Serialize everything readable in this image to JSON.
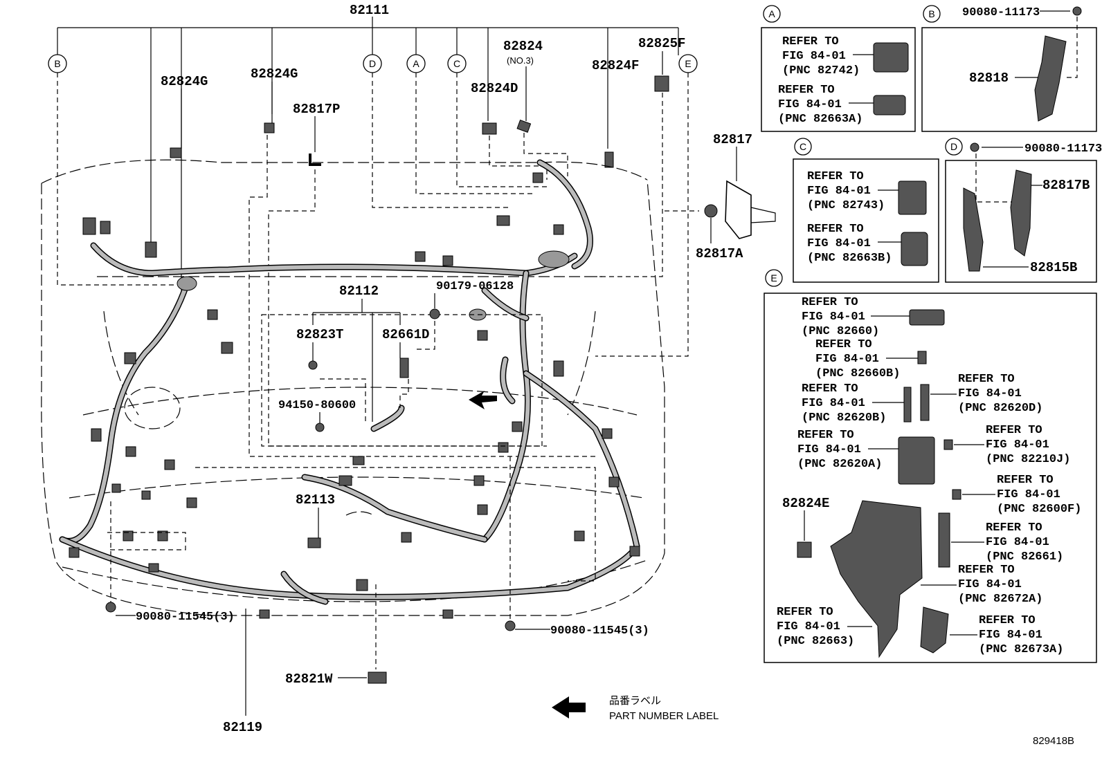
{
  "main": {
    "top_label": "82111",
    "callouts": [
      "B",
      "D",
      "A",
      "C",
      "E"
    ],
    "parts": {
      "p82824g_a": "82824G",
      "p82824g_b": "82824G",
      "p82817p": "82817P",
      "p82824": "82824",
      "p82824_note": "(NO.3)",
      "p82824d": "82824D",
      "p82824f": "82824F",
      "p82825f": "82825F",
      "p82817": "82817",
      "p82817a": "82817A",
      "p82112": "82112",
      "p90179": "90179-06128",
      "p82823t": "82823T",
      "p82661d": "82661D",
      "p94150": "94150-80600",
      "p82113": "82113",
      "p90080_l": "90080-11545(3)",
      "p90080_r": "90080-11545(3)",
      "p82821w": "82821W",
      "p82119": "82119"
    },
    "legend_jp": "品番ラベル",
    "legend_en": "PART NUMBER LABEL",
    "diagram_code": "829418B"
  },
  "panels": {
    "A": {
      "letter": "A",
      "refs": [
        {
          "l1": "REFER TO",
          "l2": "FIG 84-01",
          "l3": "(PNC 82742)"
        },
        {
          "l1": "REFER TO",
          "l2": "FIG 84-01",
          "l3": "(PNC 82663A)"
        }
      ]
    },
    "B": {
      "letter": "B",
      "bolt": "90080-11173",
      "part": "82818"
    },
    "C": {
      "letter": "C",
      "refs": [
        {
          "l1": "REFER TO",
          "l2": "FIG 84-01",
          "l3": "(PNC 82743)"
        },
        {
          "l1": "REFER TO",
          "l2": "FIG 84-01",
          "l3": "(PNC 82663B)"
        }
      ]
    },
    "D": {
      "letter": "D",
      "bolt": "90080-11173",
      "part1": "82817B",
      "part2": "82815B"
    },
    "E": {
      "letter": "E",
      "part": "82824E",
      "refs": [
        {
          "l1": "REFER TO",
          "l2": "FIG 84-01",
          "l3": "(PNC 82660)"
        },
        {
          "l1": "REFER TO",
          "l2": "FIG 84-01",
          "l3": "(PNC 82660B)"
        },
        {
          "l1": "REFER TO",
          "l2": "FIG 84-01",
          "l3": "(PNC 82620B)"
        },
        {
          "l1": "REFER TO",
          "l2": "FIG 84-01",
          "l3": "(PNC 82620D)"
        },
        {
          "l1": "REFER TO",
          "l2": "FIG 84-01",
          "l3": "(PNC 82620A)"
        },
        {
          "l1": "REFER TO",
          "l2": "FIG 84-01",
          "l3": "(PNC 82210J)"
        },
        {
          "l1": "REFER TO",
          "l2": "FIG 84-01",
          "l3": "(PNC 82600F)"
        },
        {
          "l1": "REFER TO",
          "l2": "FIG 84-01",
          "l3": "(PNC 82661)"
        },
        {
          "l1": "REFER TO",
          "l2": "FIG 84-01",
          "l3": "(PNC 82672A)"
        },
        {
          "l1": "REFER TO",
          "l2": "FIG 84-01",
          "l3": "(PNC 82663)"
        },
        {
          "l1": "REFER TO",
          "l2": "FIG 84-01",
          "l3": "(PNC 82673A)"
        }
      ]
    }
  }
}
